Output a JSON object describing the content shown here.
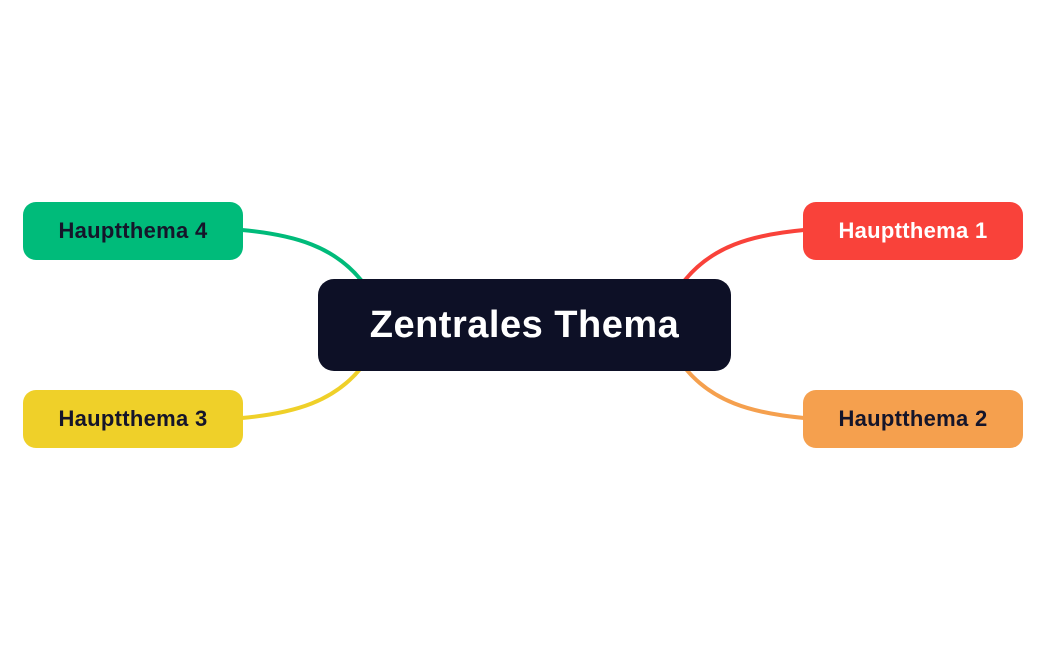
{
  "canvas": {
    "background_color": "#ffffff"
  },
  "mindmap": {
    "central": {
      "label": "Zentrales Thema",
      "bg_color": "#0d1026",
      "text_color": "#ffffff"
    },
    "branches": [
      {
        "id": "hauptthema-1",
        "label": "Hauptthema 1",
        "bg_color": "#f9423a",
        "text_color": "#ffffff",
        "position": "top-right"
      },
      {
        "id": "hauptthema-2",
        "label": "Hauptthema 2",
        "bg_color": "#f5a04e",
        "text_color": "#15152a",
        "position": "bottom-right"
      },
      {
        "id": "hauptthema-3",
        "label": "Hauptthema 3",
        "bg_color": "#efd029",
        "text_color": "#15152a",
        "position": "bottom-left"
      },
      {
        "id": "hauptthema-4",
        "label": "Hauptthema 4",
        "bg_color": "#00bb7a",
        "text_color": "#15152a",
        "position": "top-left"
      }
    ]
  }
}
